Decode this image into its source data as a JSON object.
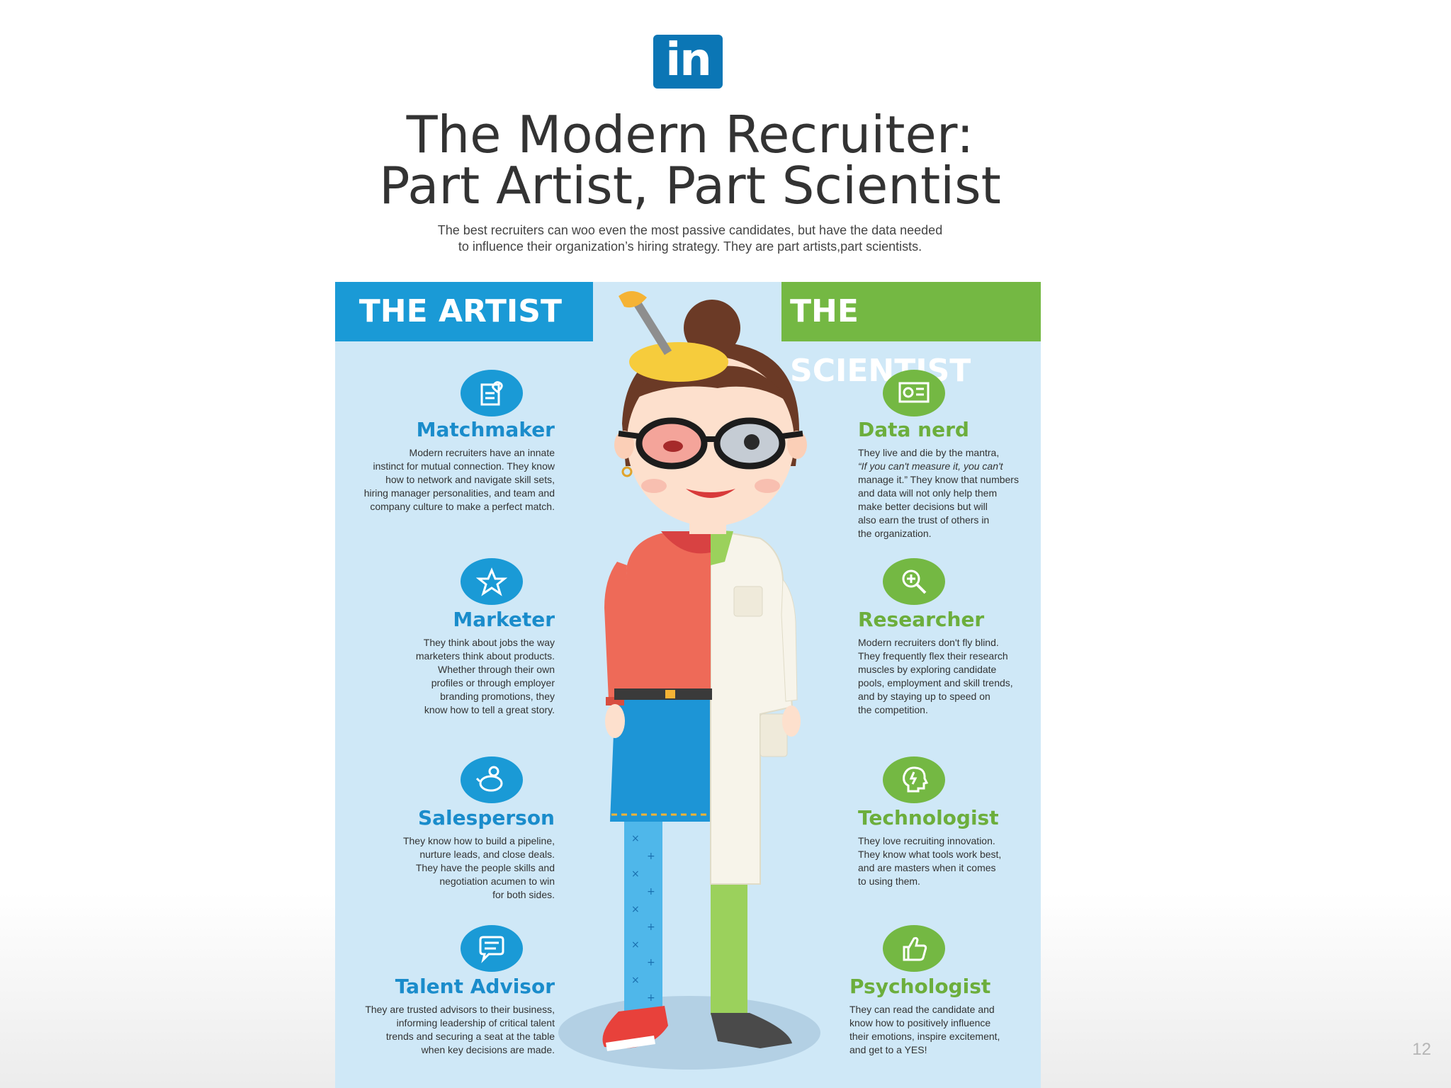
{
  "logo": {
    "text": "in"
  },
  "title": {
    "line1": "The Modern Recruiter:",
    "line2": "Part Artist, Part Scientist"
  },
  "subtitle": {
    "line1": "The best recruiters can woo even the most passive candidates, but have the data needed",
    "line2": "to influence their organization’s hiring strategy. They are part artists,part scientists."
  },
  "artist": {
    "heading": "THE ARTIST",
    "items": [
      {
        "title": "Matchmaker",
        "icon": "heart-note-icon",
        "lines": [
          "Modern recruiters have an innate",
          "instinct for mutual connection. They know",
          "how to network and navigate skill sets,",
          "hiring manager personalities, and team and",
          "company culture to make a perfect match."
        ]
      },
      {
        "title": "Marketer",
        "icon": "star-badge-icon",
        "lines": [
          "They think about jobs the way",
          "marketers think about products.",
          "Whether through their own",
          "profiles or through employer",
          "branding promotions, they",
          "know how to tell a great story."
        ]
      },
      {
        "title": "Salesperson",
        "icon": "piggy-bank-icon",
        "lines": [
          "They know how to build a pipeline,",
          "nurture leads, and close deals.",
          "They have the people skills and",
          "negotiation acumen to win",
          "for both sides."
        ]
      },
      {
        "title": "Talent Advisor",
        "icon": "speech-bubble-icon",
        "lines": [
          "They are trusted advisors to their business,",
          "informing leadership of critical talent",
          "trends and securing a seat at the table",
          "when key decisions are made."
        ]
      }
    ]
  },
  "scientist": {
    "heading": "THE SCIENTIST",
    "items": [
      {
        "title": "Data nerd",
        "icon": "chart-board-icon",
        "lines": [
          "They live and die by the mantra,",
          "“If you can't measure it, you can't",
          "manage it.” They know that numbers",
          "and data will not only help them",
          "make better decisions but will",
          "also earn the trust of others in",
          "the organization."
        ]
      },
      {
        "title": "Researcher",
        "icon": "magnifier-icon",
        "lines": [
          "Modern recruiters don't fly blind.",
          "They frequently flex their research",
          "muscles by exploring candidate",
          "pools, employment and skill trends,",
          "and by staying up to speed on",
          "the competition."
        ]
      },
      {
        "title": "Technologist",
        "icon": "brain-head-icon",
        "lines": [
          "They love recruiting innovation.",
          "They know what tools work best,",
          "and are masters when it comes",
          "to using them."
        ]
      },
      {
        "title": "Psychologist",
        "icon": "thumbs-up-icon",
        "lines": [
          "They can read the candidate and",
          "know how to positively influence",
          "their emotions, inspire excitement,",
          "and get to a YES!"
        ]
      }
    ]
  },
  "page_number": "12",
  "colors": {
    "artist_blue": "#1a9ad6",
    "scientist_green": "#74b843",
    "panel_bg": "#cfe8f7",
    "linkedin_blue": "#0b76b5"
  }
}
